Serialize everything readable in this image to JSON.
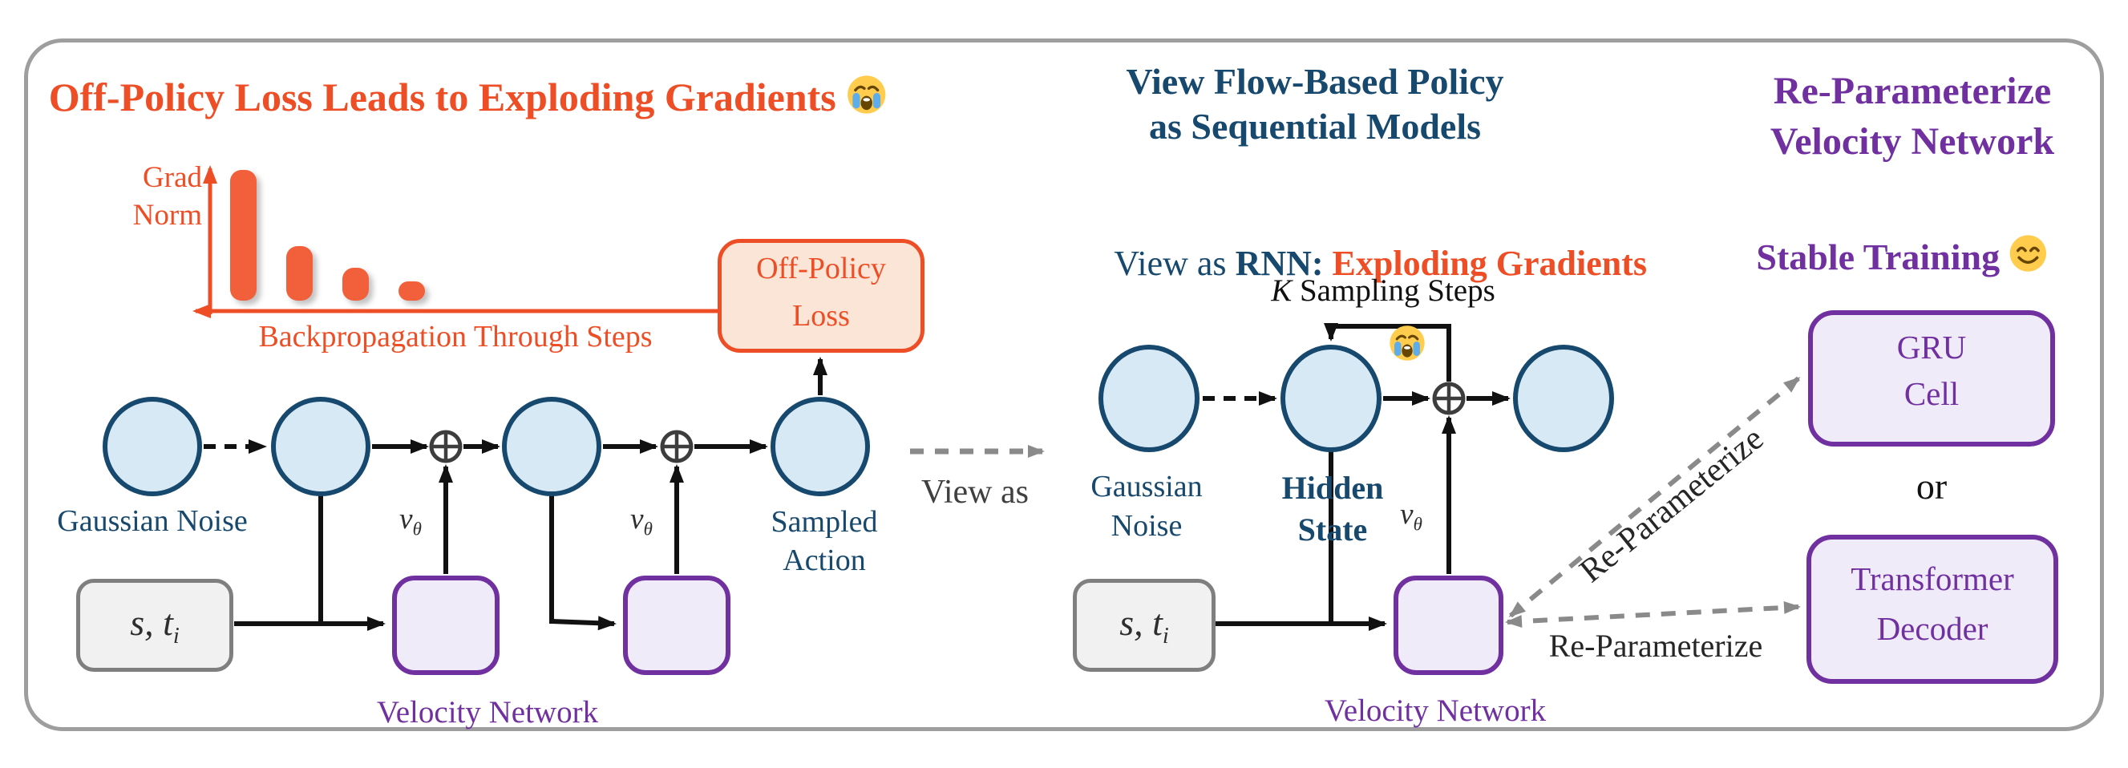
{
  "figure": {
    "left": {
      "title": "Off-Policy Loss Leads to Exploding Gradients",
      "title_emoji": "crying-face",
      "chart": {
        "ylabel_line1": "Grad",
        "ylabel_line2": "Norm",
        "xlabel": "Backpropagation Through Steps"
      },
      "loss_box": [
        "Off-Policy",
        "Loss"
      ],
      "gaussian_noise": "Gaussian Noise",
      "sampled_action": [
        "Sampled",
        "Action"
      ],
      "state_input": {
        "main": "s, t",
        "sub": "i"
      },
      "v_theta": {
        "main": "v",
        "sub": "θ"
      },
      "velocity_network": "Velocity Network"
    },
    "view_as": "View as",
    "middle": {
      "title": [
        "View Flow-Based Policy",
        "as Sequential Models"
      ],
      "subtitle_prefix": "View as ",
      "subtitle_rnn": "RNN:",
      "subtitle_warning": " Exploding Gradients",
      "subtitle_emoji": "crying-face",
      "k_sampling_k": "K",
      "k_sampling_rest": " Sampling Steps",
      "gaussian_noise": [
        "Gaussian",
        "Noise"
      ],
      "hidden_state": [
        "Hidden",
        "State"
      ],
      "state_input": {
        "main": "s, t",
        "sub": "i"
      },
      "v_theta": {
        "main": "v",
        "sub": "θ"
      },
      "velocity_network": "Velocity Network"
    },
    "right": {
      "title": [
        "Re-Parameterize",
        "Velocity Network"
      ],
      "subtitle": "Stable Training",
      "subtitle_emoji": "smiling-face",
      "gru": [
        "GRU",
        "Cell"
      ],
      "or_label": "or",
      "transformer": [
        "Transformer",
        "Decoder"
      ],
      "reparam_diagonal": "Re-Parameterize",
      "reparam_horizontal": "Re-Parameterize"
    },
    "colors": {
      "orange": "#ED4E26",
      "bar_orange": "#F2603B",
      "peach_fill": "#FBE5D6",
      "navy": "#17486D",
      "circle_fill": "#D8E9F6",
      "purple": "#7030A0",
      "lavender_fill": "#F0EBF8",
      "gray_box_fill": "#F1F1F1",
      "gray_border": "#7F7F7F",
      "dashed_gray": "#8A8A8A",
      "frame_gray": "#9E9E9E"
    }
  },
  "chart_data": {
    "type": "bar",
    "title": "",
    "ylabel": "Grad Norm",
    "xlabel": "Backpropagation Through Steps",
    "categories": [
      "step 1",
      "step 2",
      "step 3",
      "step 4"
    ],
    "values_relative": [
      1.0,
      0.42,
      0.25,
      0.15
    ],
    "ylim": [
      0,
      1
    ],
    "grid": false,
    "note": "Conceptual bars showing gradient norm shrinking across backpropagation steps; x-axis arrow points leftward toward origin; no numeric tick labels shown"
  }
}
